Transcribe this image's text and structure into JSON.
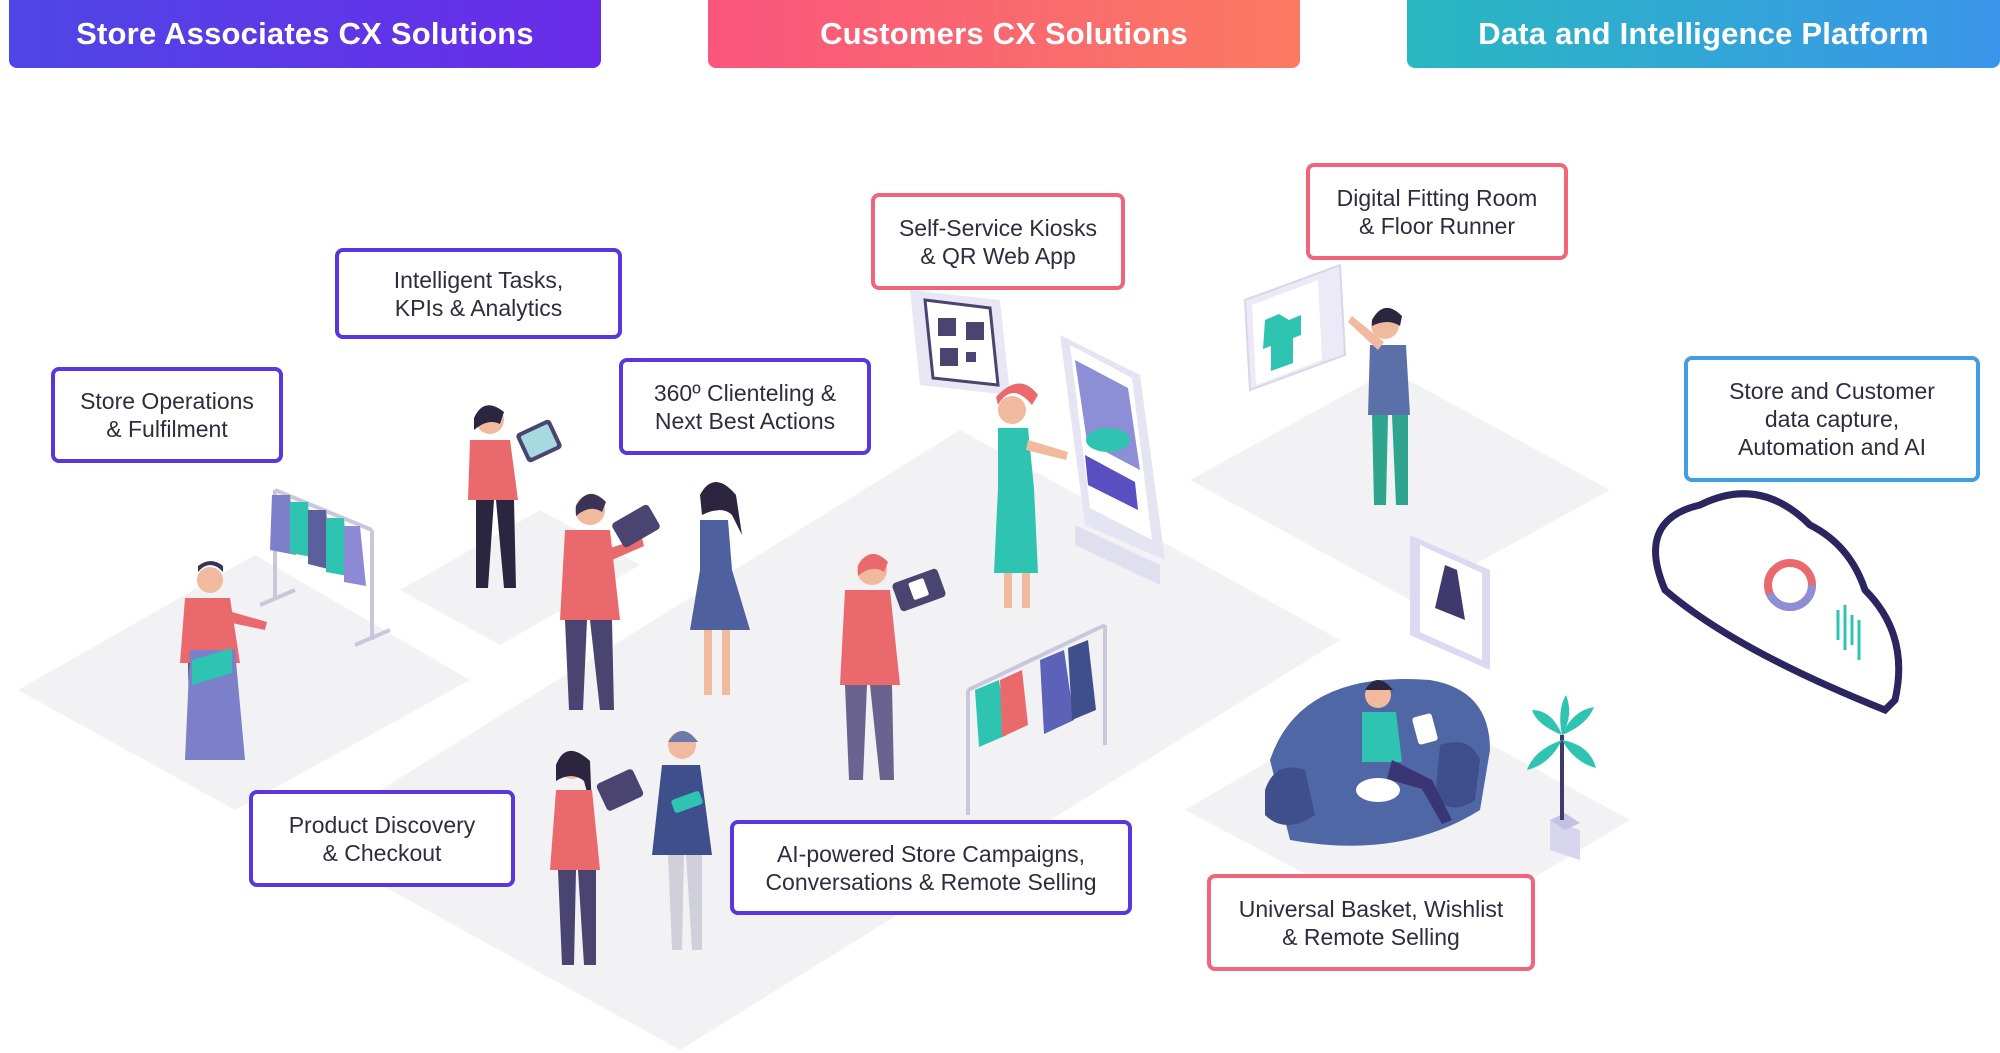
{
  "headers": {
    "store_associates": "Store Associates CX Solutions",
    "customers": "Customers CX Solutions",
    "data_platform": "Data and Intelligence Platform"
  },
  "labels": {
    "store_operations": [
      "Store Operations",
      "& Fulfilment"
    ],
    "intelligent_tasks": [
      "Intelligent Tasks,",
      "KPIs & Analytics"
    ],
    "clienteling": [
      "360º Clienteling &",
      "Next Best Actions"
    ],
    "kiosks": [
      "Self-Service Kiosks",
      "& QR Web App"
    ],
    "fitting_room": [
      "Digital Fitting Room",
      "& Floor Runner"
    ],
    "data_capture": [
      "Store and Customer",
      "data capture,",
      "Automation and AI"
    ],
    "product_discovery": [
      "Product Discovery",
      "& Checkout"
    ],
    "campaigns": [
      "AI-powered Store Campaigns,",
      "Conversations & Remote Selling"
    ],
    "basket": [
      "Universal Basket, Wishlist",
      "& Remote Selling"
    ]
  },
  "colors": {
    "purple": "#5a36dd",
    "coral": "#f2647a",
    "teal": "#3aa7d6",
    "floor": "#f1f1f4",
    "shirt": "#e9696d",
    "pants": "#4a4470",
    "accent": "#2fc3b1"
  },
  "icons": [
    "cloud-icon",
    "qr-code-icon",
    "kiosk-icon",
    "sofa-icon",
    "plant-icon",
    "clothes-rack-icon"
  ]
}
